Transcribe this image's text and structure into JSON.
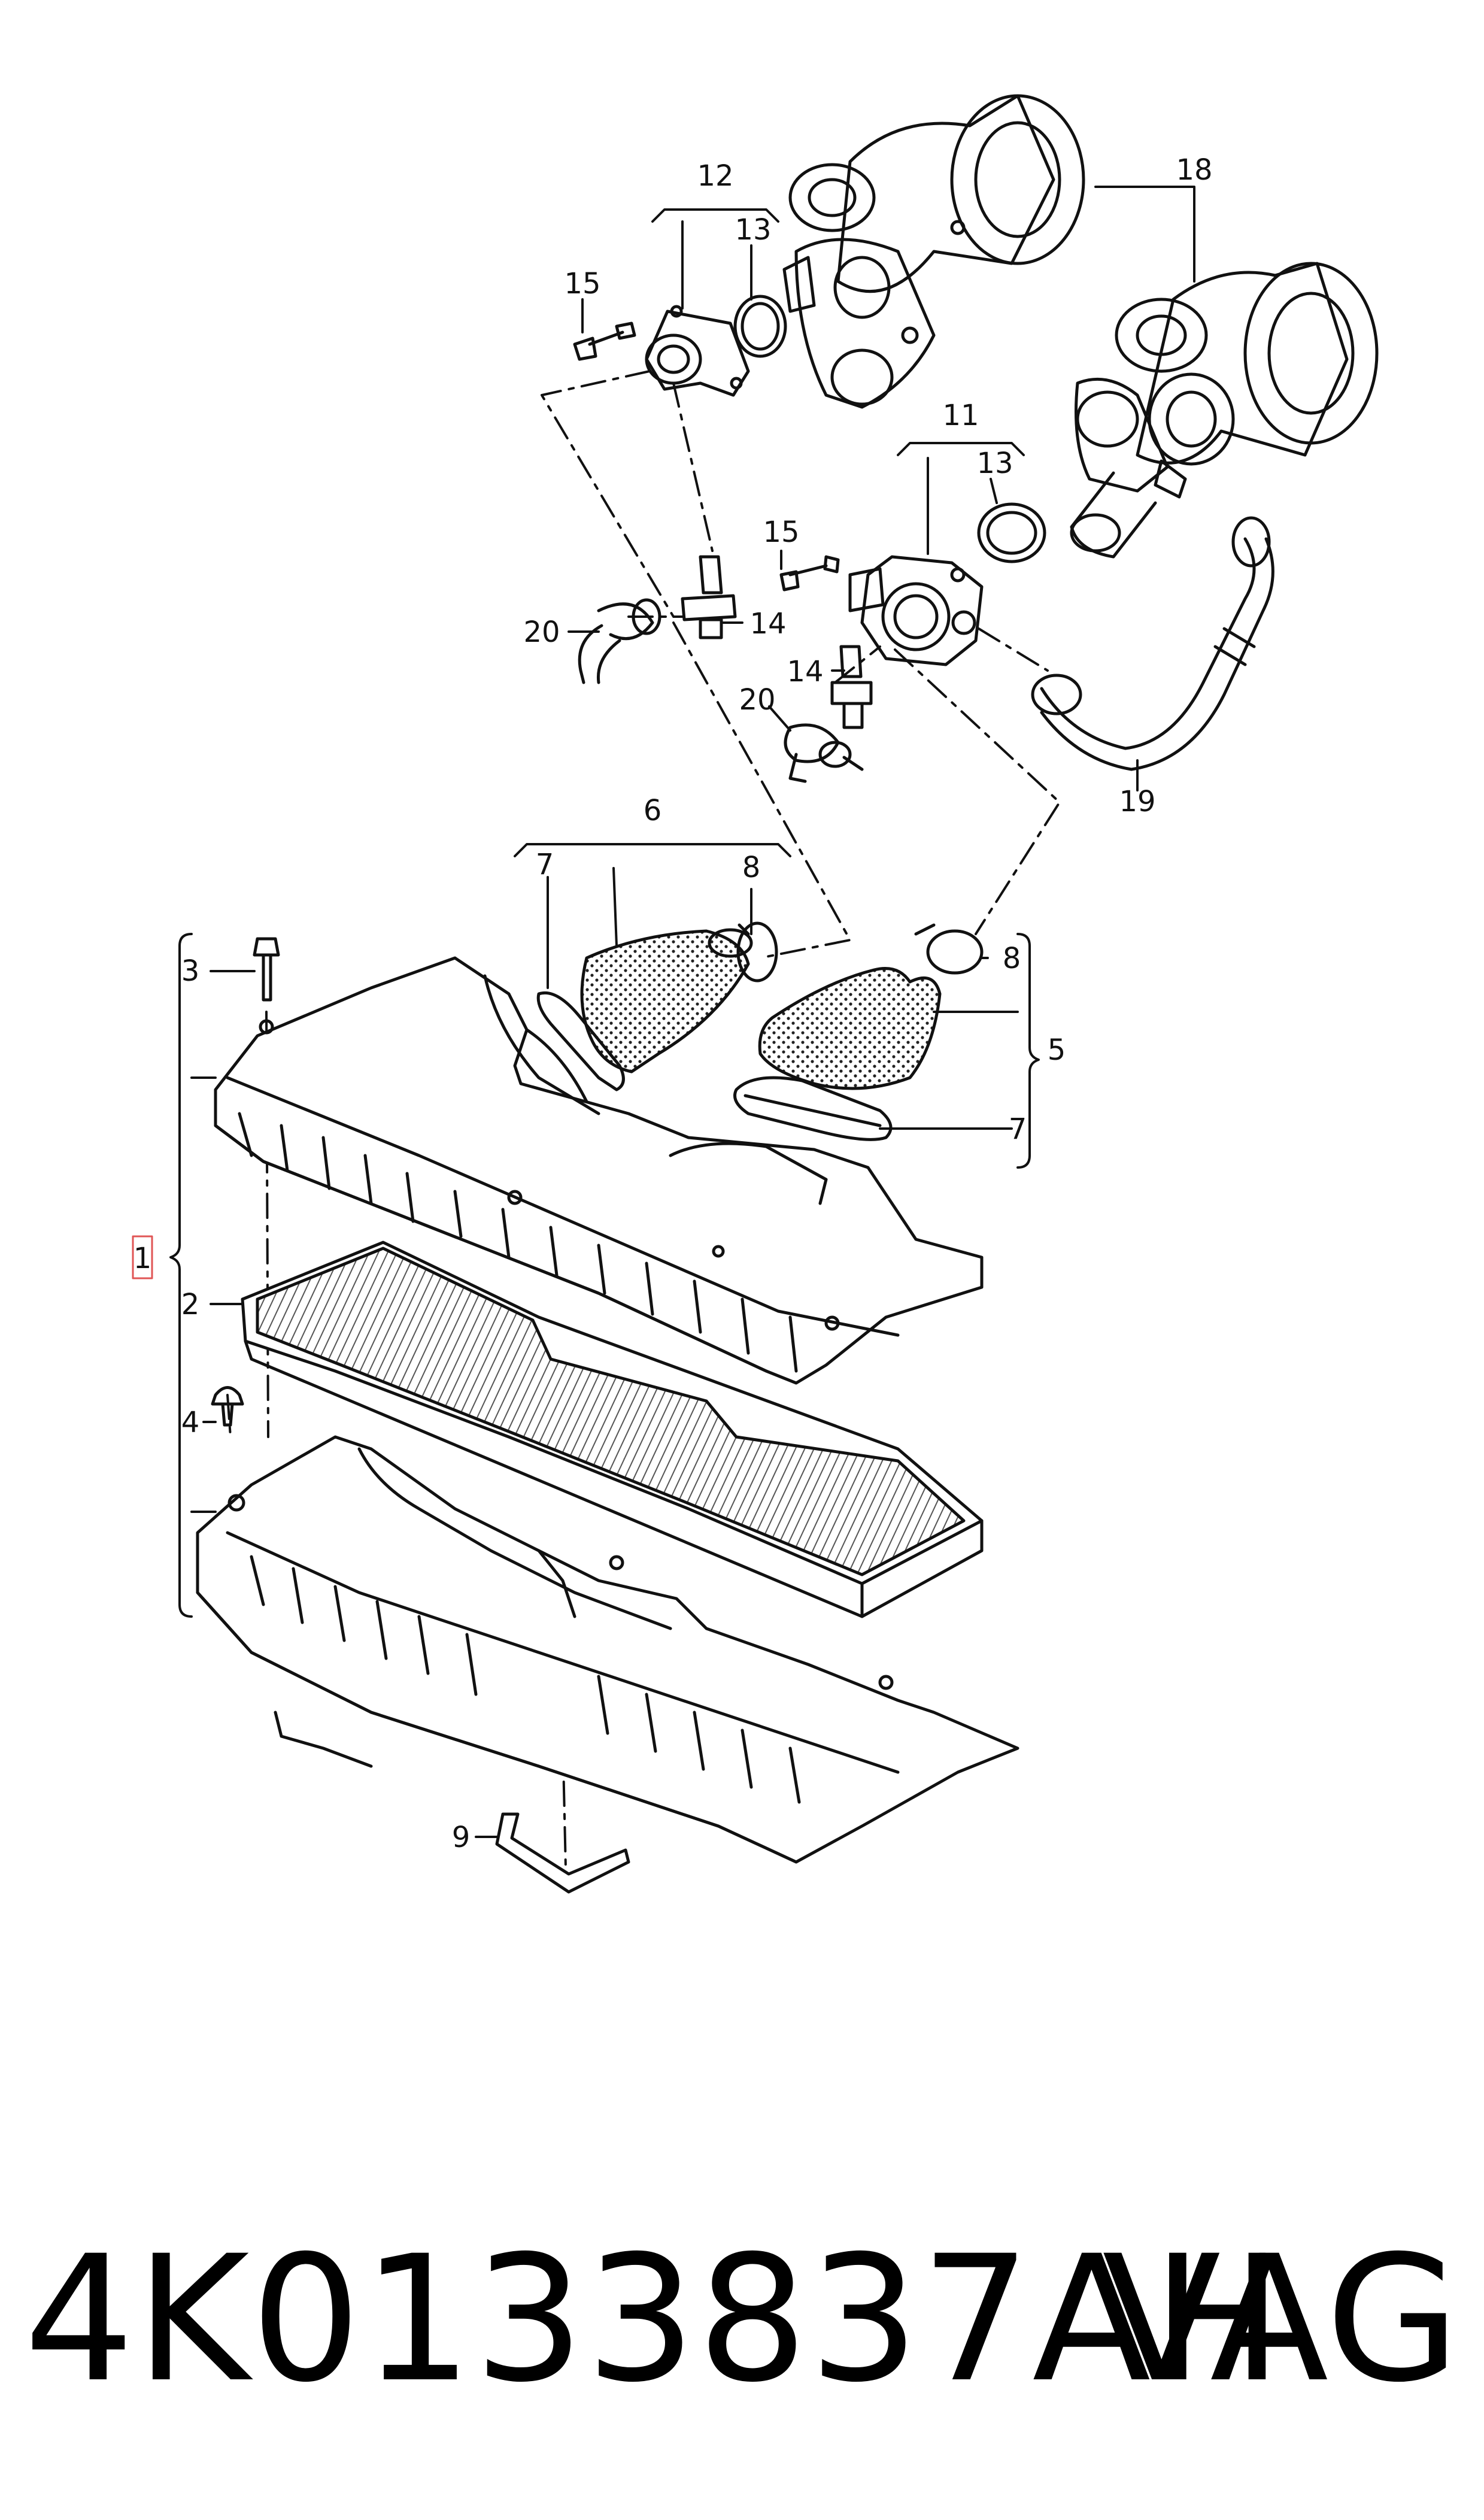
{
  "callouts": {
    "c1": "1",
    "c2": "2",
    "c3": "3",
    "c4": "4",
    "c5": "5",
    "c6": "6",
    "c7a": "7",
    "c7b": "7",
    "c8a": "8",
    "c8b": "8",
    "c9": "9",
    "c11": "11",
    "c12": "12",
    "c13a": "13",
    "c13b": "13",
    "c14a": "14",
    "c14b": "14",
    "c15a": "15",
    "c15b": "15",
    "c18": "18",
    "c19": "19",
    "c20a": "20",
    "c20b": "20"
  },
  "footer": {
    "part_number": "4K0133837AH",
    "brand": "VAG"
  },
  "colors": {
    "line": "#111111",
    "highlight_box": "#e05555",
    "background": "#ffffff"
  }
}
